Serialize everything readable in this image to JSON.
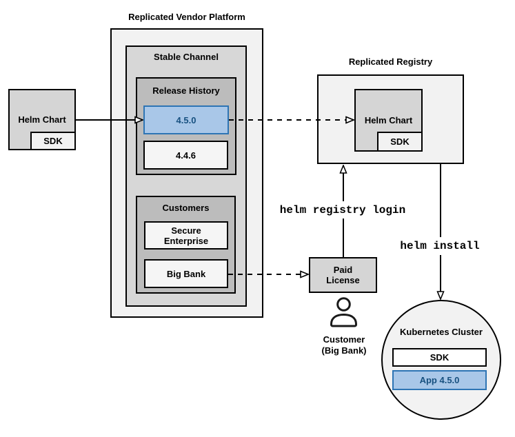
{
  "diagram_title_note": "Replicated vendor platform helm distribution diagram",
  "colors": {
    "canvas": "#ffffff",
    "container_fill": "#f2f2f2",
    "item_fill": "#f5f5f5",
    "gray_fill": "#d5d5d5",
    "stable_channel_fill": "#d7d7d7",
    "inner_group_fill": "#bcbcbc",
    "highlight_fill": "#a9c7e8",
    "highlight_border": "#2d74b4",
    "highlight_text": "#17507f",
    "line_color": "#000000"
  },
  "platform": {
    "title": "Replicated Vendor Platform",
    "stable_channel": {
      "title": "Stable Channel",
      "release_history": {
        "title": "Release History",
        "releases": [
          {
            "version": "4.5.0",
            "highlighted": true
          },
          {
            "version": "4.4.6",
            "highlighted": false
          }
        ]
      },
      "customers": {
        "title": "Customers",
        "items": [
          "Secure Enterprise",
          "Big Bank"
        ]
      }
    }
  },
  "vendor_helm_chart": {
    "label": "Helm Chart",
    "sdk": "SDK"
  },
  "registry": {
    "title": "Replicated Registry",
    "helm_chart": "Helm Chart",
    "sdk": "SDK"
  },
  "paid_license": {
    "label": "Paid License"
  },
  "customer": {
    "label": "Customer (Big Bank)",
    "icon": "person-icon"
  },
  "kubernetes": {
    "title": "Kubernetes Cluster",
    "sdk": "SDK",
    "app": "App 4.5.0"
  },
  "commands": {
    "registry_login": "helm registry login",
    "install": "helm install"
  }
}
